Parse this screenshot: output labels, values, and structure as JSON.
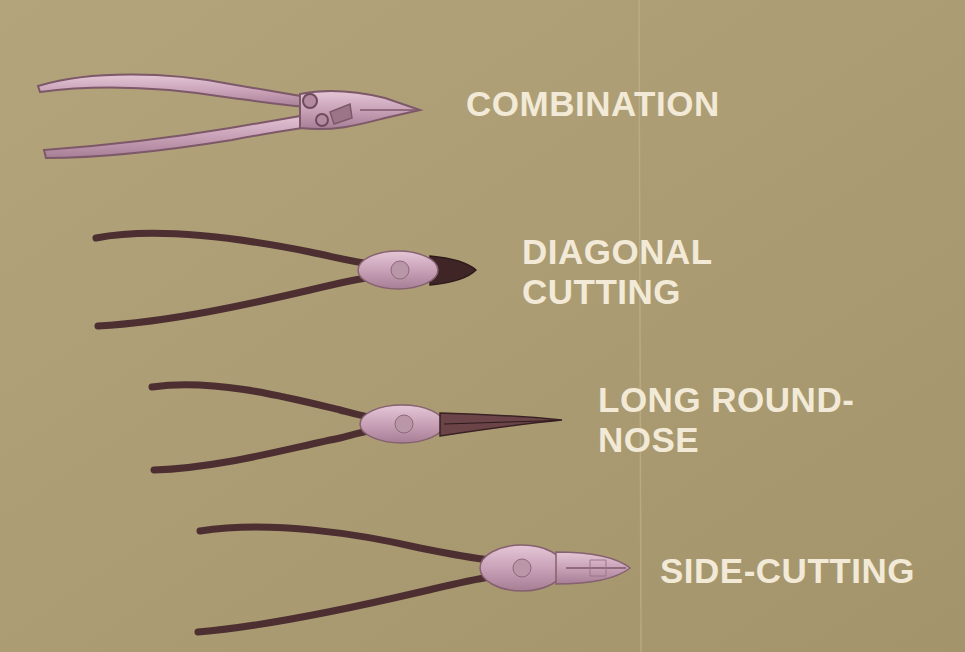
{
  "diagram": {
    "labels": [
      "COMBINATION",
      "DIAGONAL CUTTING",
      "LONG ROUND-NOSE",
      "SIDE-CUTTING"
    ]
  }
}
